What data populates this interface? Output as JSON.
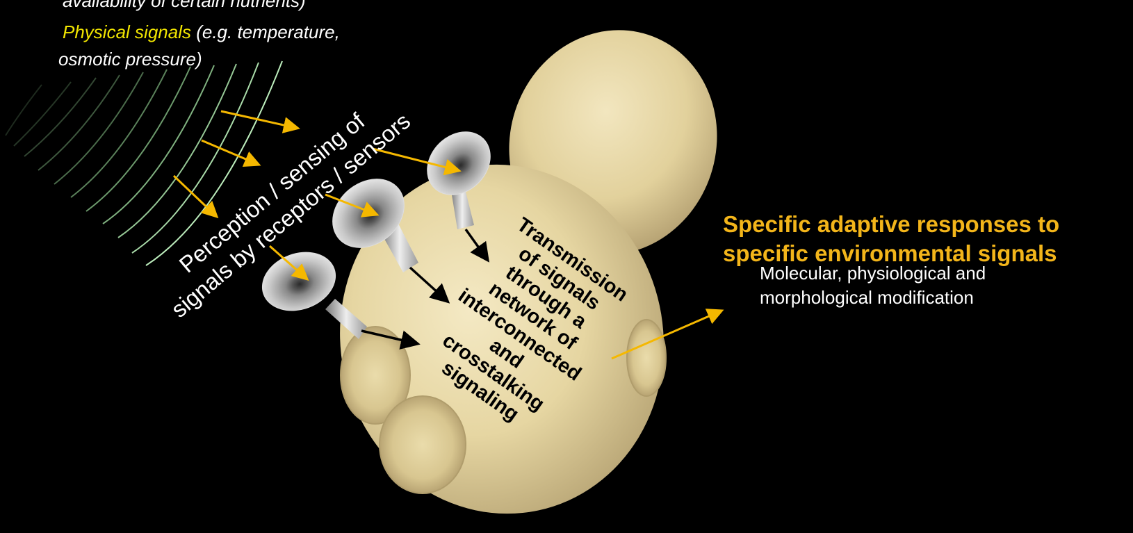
{
  "signals": {
    "line1": "availability of certain nutrients)",
    "physical_label": "Physical signals",
    "physical_detail": " (e.g. temperature,",
    "line3": "osmotic pressure)"
  },
  "perception": {
    "line1": "Perception / sensing of",
    "line2": "signals by receptors / sensors"
  },
  "transmission": {
    "lines": [
      "Transmission",
      "of signals",
      "through a",
      "network of",
      "interconnected",
      "and",
      "crosstalking",
      "signaling"
    ]
  },
  "response": {
    "title_line1": "Specific adaptive responses to",
    "title_line2": "specific environmental signals",
    "sub_line1": "Molecular, physiological and",
    "sub_line2": "morphological modification"
  },
  "colors": {
    "background": "#000000",
    "signal_arrow": "#f5b800",
    "response_title": "#f3b51a",
    "highlight": "#f2e600",
    "cell": "#e8d9a8",
    "wave": "#b8f0b8"
  },
  "icons": {
    "receptor": "satellite-dish-icon",
    "cell": "yeast-cell-icon"
  }
}
